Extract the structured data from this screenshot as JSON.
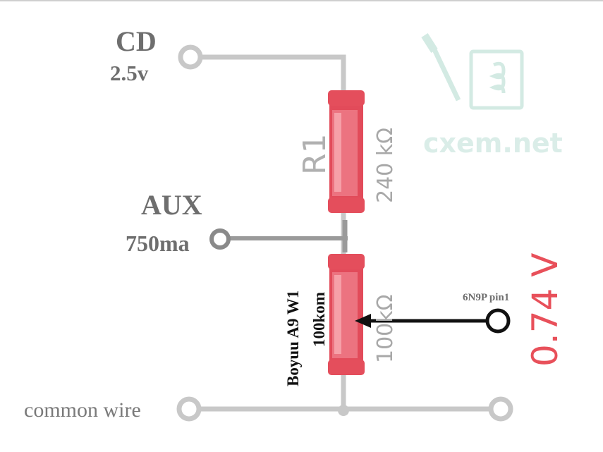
{
  "labels": {
    "cd": "CD",
    "cd_voltage": "2.5v",
    "aux": "AUX",
    "aux_current": "750ma",
    "common": "common wire",
    "r1_name": "R1",
    "r1_value": "240 kΩ",
    "pot_value": "100kΩ",
    "pot_model": "Boyuu A9 W1",
    "pot_model_value": "100kom",
    "tube_pin": "6N9P pin1",
    "output_voltage": "0.74 V",
    "watermark": "cxem.net"
  },
  "colors": {
    "wire": "#c8c8c8",
    "resistor_body": "#e24b5a",
    "resistor_highlight": "#f6a0a8",
    "label_gray": "#6e6e6e",
    "value_gray": "#a8a8a8",
    "output_red": "#e8505a",
    "wiper": "#111111",
    "watermark": "#d6ece6"
  },
  "icons": {
    "watermark_logo": "screwdriver-coil-icon"
  }
}
